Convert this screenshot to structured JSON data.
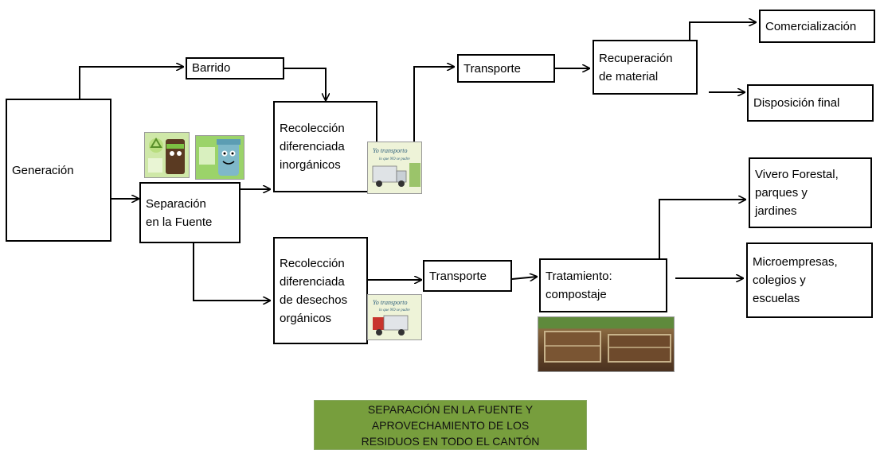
{
  "nodes": {
    "generacion": "Generación",
    "barrido": "Barrido",
    "separacion": [
      "Separación",
      "en la Fuente"
    ],
    "recoleccion_inorganicos": [
      "Recolección",
      "diferenciada",
      "inorgánicos"
    ],
    "recoleccion_organicos": [
      "Recolección",
      "diferenciada",
      "de desechos",
      "orgánicos"
    ],
    "transporte_1": "Transporte",
    "transporte_2": "Transporte",
    "recuperacion": [
      "Recuperación",
      "de material"
    ],
    "comercializacion": "Comercialización",
    "disposicion": "Disposición final",
    "tratamiento": [
      "Tratamiento:",
      "compostaje"
    ],
    "vivero": [
      "Vivero Forestal,",
      "parques y",
      "jardines"
    ],
    "microempresas": [
      "Microempresas,",
      "colegios y",
      "escuelas"
    ]
  },
  "photos": {
    "truck_caption_line1": "Yo transporto",
    "truck_caption_line2": "lo que NO se pudre"
  },
  "banner": {
    "line1": "SEPARACIÓN EN LA FUENTE Y APROVECHAMIENTO DE LOS",
    "line2": "RESIDUOS EN TODO EL CANTÓN"
  },
  "colors": {
    "banner_bg": "#779e3d",
    "bin_green": "#7cc243",
    "compost_brown": "#6b4a2b"
  }
}
